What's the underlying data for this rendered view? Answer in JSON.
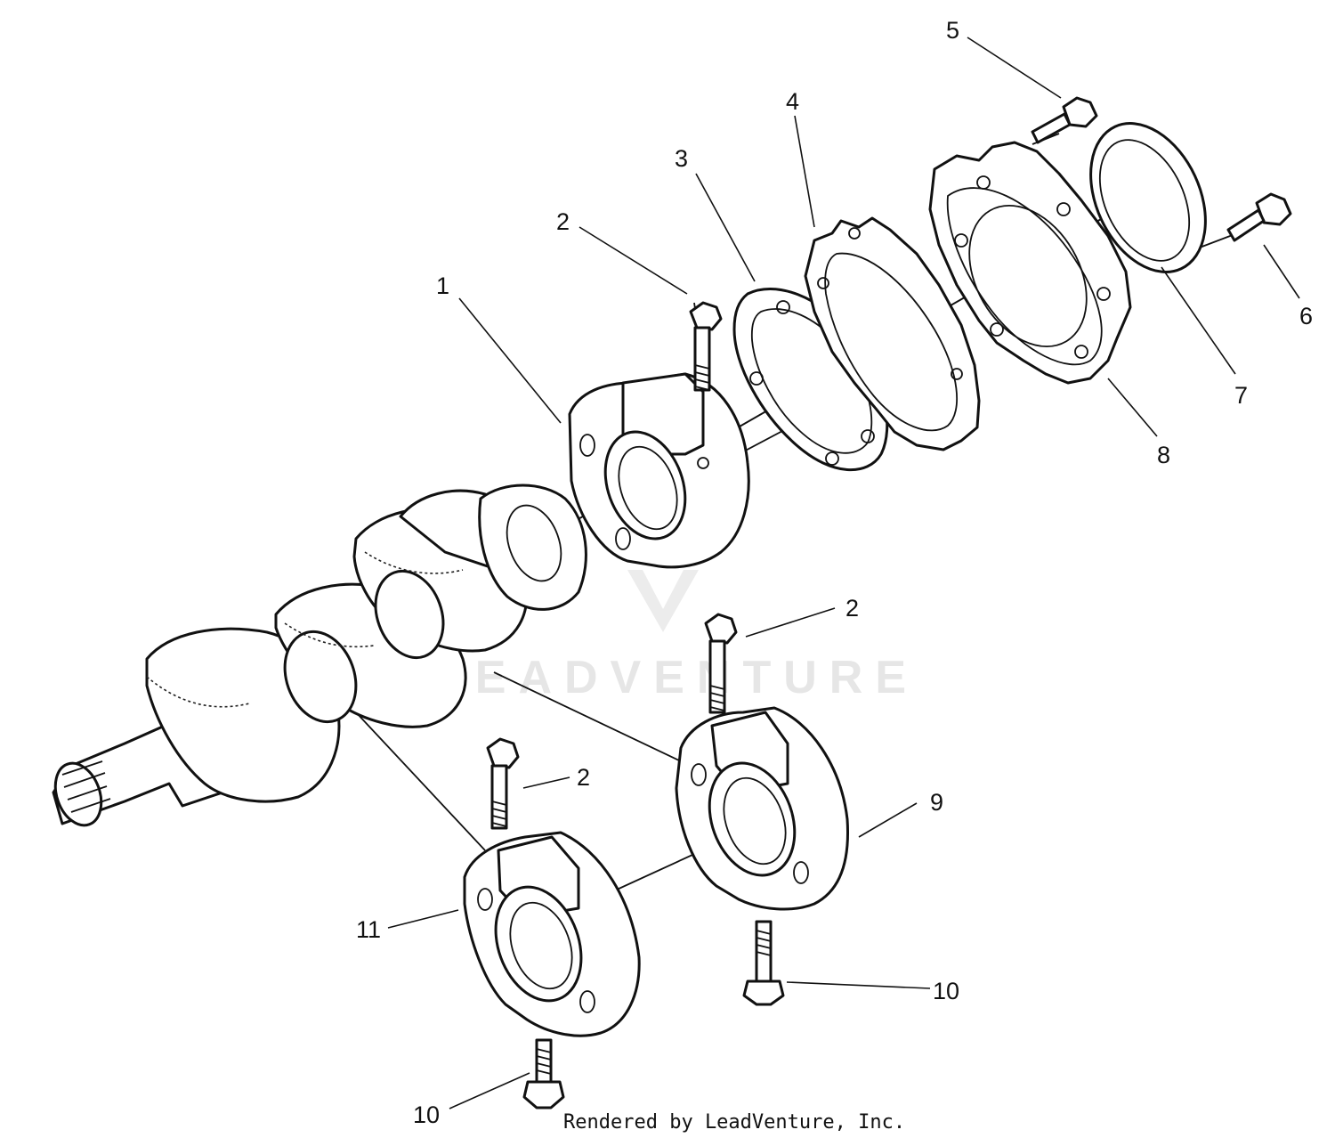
{
  "watermark": {
    "text": "LEADVENTURE"
  },
  "footer": {
    "text": "Rendered by LeadVenture, Inc."
  },
  "callouts": {
    "c1": "1",
    "c2a": "2",
    "c2b": "2",
    "c2c": "2",
    "c3": "3",
    "c4": "4",
    "c5": "5",
    "c6": "6",
    "c7": "7",
    "c8": "8",
    "c9": "9",
    "c10a": "10",
    "c10b": "10",
    "c11": "11"
  }
}
